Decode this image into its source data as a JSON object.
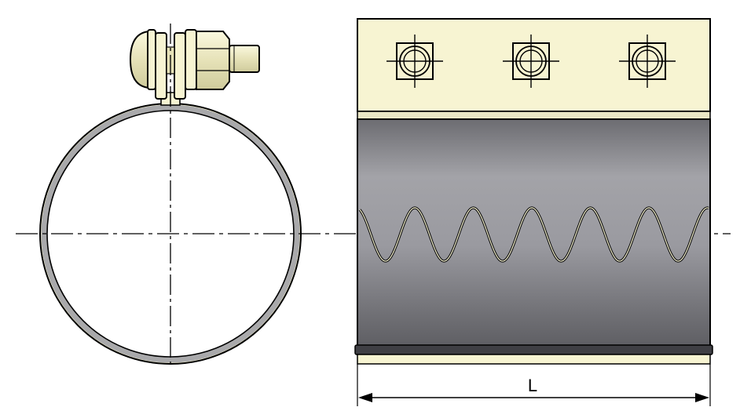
{
  "drawing": {
    "dimension_label": "L",
    "colors": {
      "background": "#ffffff",
      "outline": "#000000",
      "cream": "#f7f4d2",
      "band_gray": "#a9a9ab",
      "body_dark": "#5a5a5f",
      "body_light": "#9d9da3"
    },
    "parts": {
      "side_view": [
        "clamp-ring",
        "ring-inner-band",
        "bolt-head",
        "lug-plate-left",
        "lug-plate-right",
        "hex-nut",
        "bolt-thread",
        "vertical-centerline"
      ],
      "front_view": [
        "housing-body",
        "top-lug-bar",
        "bottom-strip",
        "bolt-square-1",
        "bolt-square-2",
        "bolt-square-3",
        "wave-seal",
        "length-dimension"
      ]
    }
  }
}
